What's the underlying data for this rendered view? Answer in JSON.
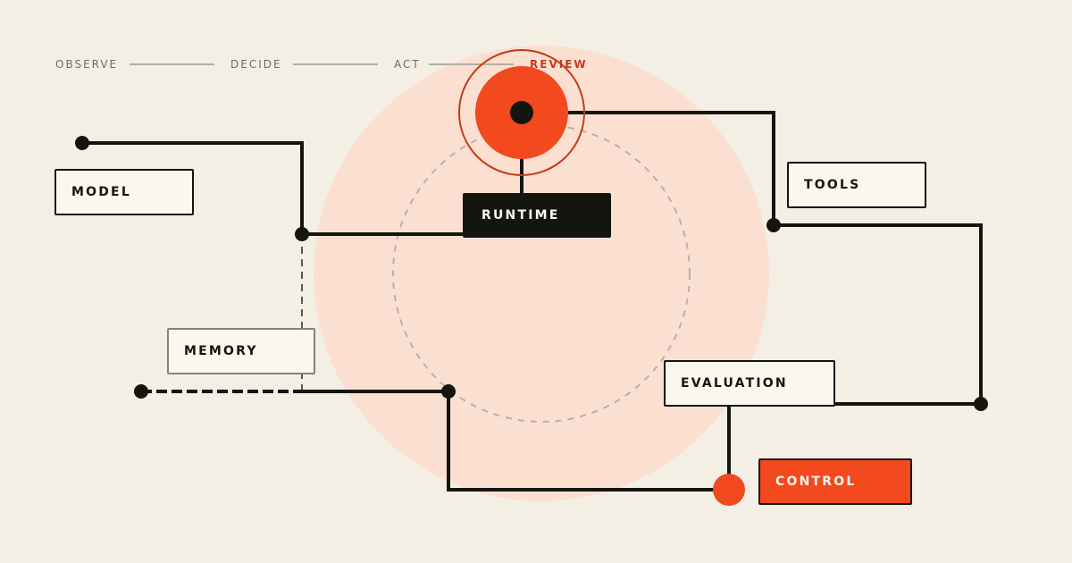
{
  "stages": [
    {
      "id": "observe",
      "label": "OBSERVE",
      "active": false
    },
    {
      "id": "decide",
      "label": "DECIDE",
      "active": false
    },
    {
      "id": "act",
      "label": "ACT",
      "active": false
    },
    {
      "id": "review",
      "label": "REVIEW",
      "active": true
    }
  ],
  "nodes": {
    "model": "MODEL",
    "runtime": "RUNTIME",
    "tools": "TOOLS",
    "memory": "MEMORY",
    "evaluation": "EVALUATION",
    "control": "CONTROL"
  },
  "colors": {
    "background": "#f3efe5",
    "ink": "#151510",
    "accent": "#f2491f",
    "accent_dark": "#c4391b",
    "halo": "#fbe0d2",
    "card": "#faf7ee",
    "muted": "#86827a"
  }
}
